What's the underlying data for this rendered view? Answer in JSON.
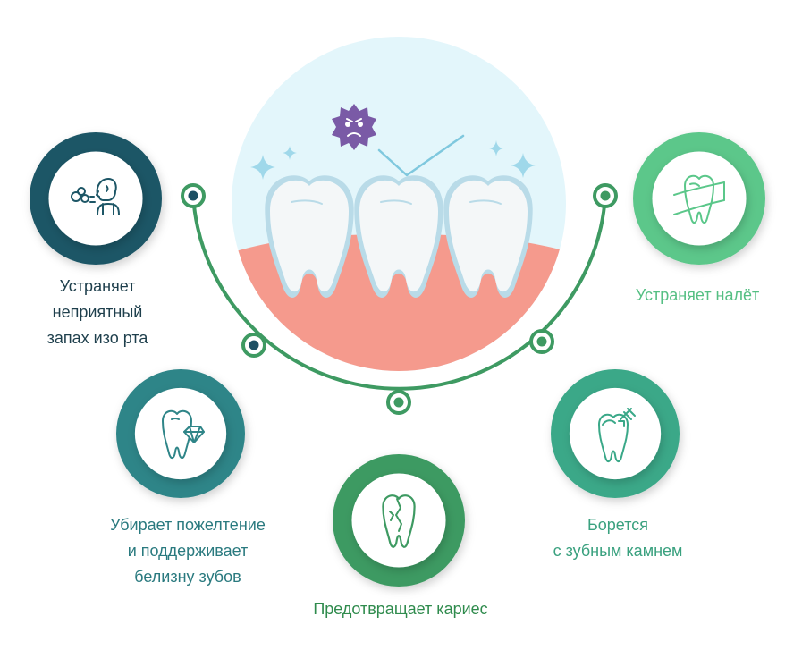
{
  "colors": {
    "bg": "#ffffff",
    "sky": "#e3f6fb",
    "gum": "#f59a8d",
    "tooth_fill": "#f4f7f8",
    "tooth_outline": "#b9dbe8",
    "arc": "#3e9a62",
    "dot_dark": "#1d4f63",
    "sparkle": "#9fd8ea",
    "germ": "#7a5aa6"
  },
  "benefits": [
    {
      "id": "breath",
      "icon": "breath-person-icon",
      "lines": [
        "Устраняет",
        "неприятный",
        "запах изо рта"
      ],
      "ring": "#1d5666",
      "text_color": "#1e3f4c"
    },
    {
      "id": "whitening",
      "icon": "tooth-diamond-icon",
      "lines": [
        "Убирает пожелтение",
        "и поддерживает",
        "белизну зубов"
      ],
      "ring": "#2f8588",
      "text_color": "#2a7a7f"
    },
    {
      "id": "caries",
      "icon": "cracked-tooth-icon",
      "lines": [
        "Предотвращает кариес"
      ],
      "ring": "#3e9a62",
      "text_color": "#2f8b4d"
    },
    {
      "id": "tartar",
      "icon": "tooth-tool-icon",
      "lines": [
        "Борется",
        "с зубным камнем"
      ],
      "ring": "#3aa888",
      "text_color": "#3aa17f"
    },
    {
      "id": "plaque",
      "icon": "tooth-floss-icon",
      "lines": [
        "Устраняет налёт"
      ],
      "ring": "#5bc78a",
      "text_color": "#55bf83"
    }
  ]
}
